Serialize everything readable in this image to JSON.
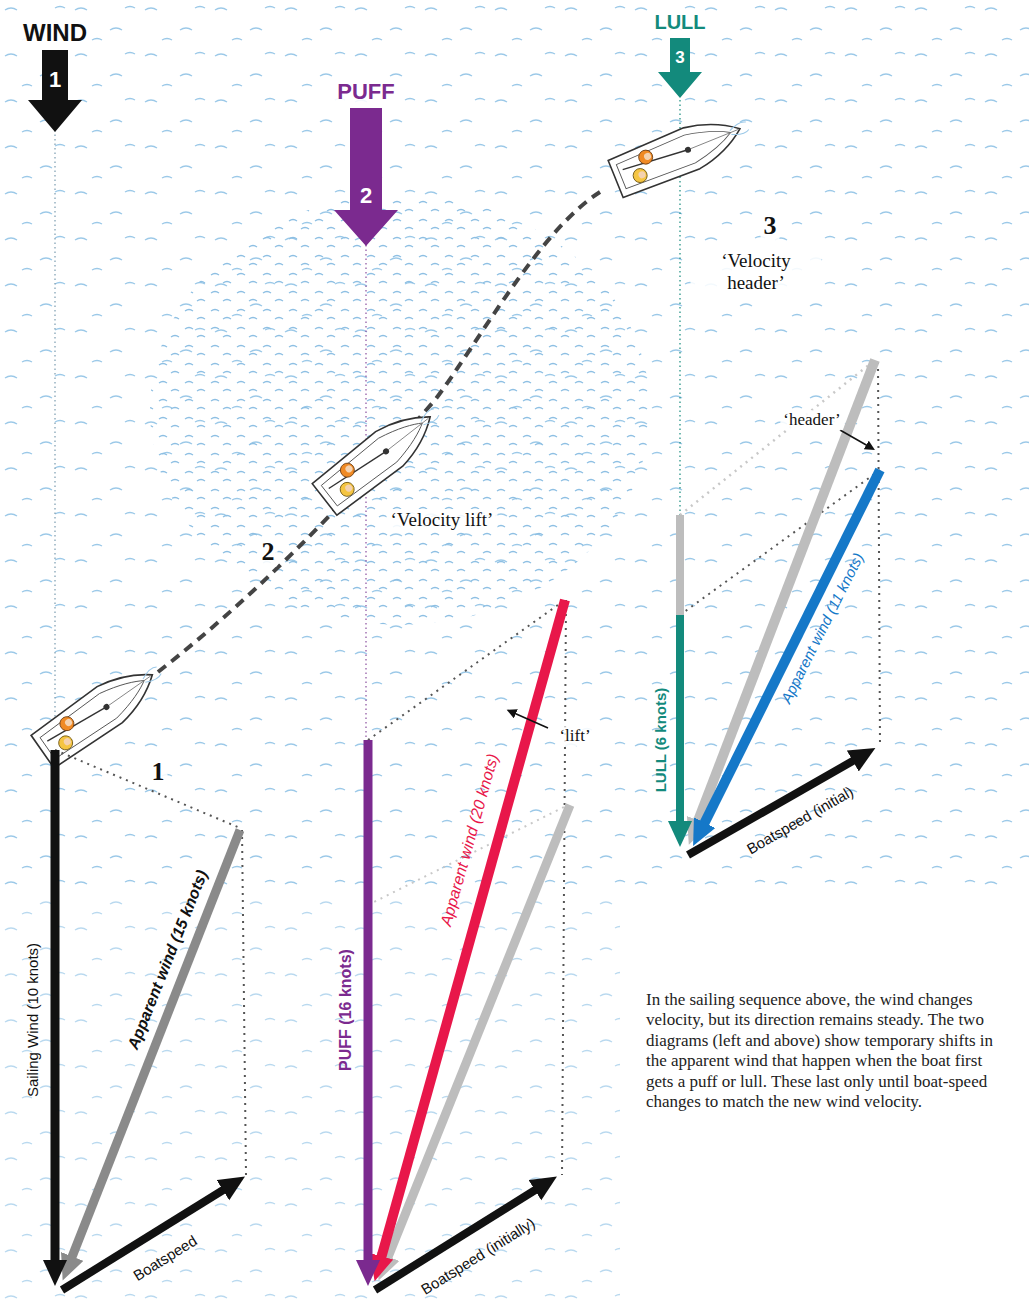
{
  "diagram": {
    "caption": "In the sailing sequence above, the wind changes velocity, but its direction remains steady. The two diagrams (left and above) show temporary shifts in the apparent wind that happen when the boat first gets a puff or lull. These last only until boat-speed changes to match the new wind velocity.",
    "labels": [
      "WIND",
      "1",
      "PUFF",
      "2",
      "LULL",
      "3",
      "1",
      "2",
      "3",
      "‘Velocity lift’",
      "‘Velocity header’",
      "Sailing Wind (10 knots)",
      "Apparent wind (15 knots)",
      "Boatspeed",
      "PUFF (16 knots)",
      "Apparent wind (20 knots)",
      "‘lift’",
      "Boatspeed (initially)",
      "LULL (6 knots)",
      "Apparent wind (11 knots)",
      "‘header’",
      "Boatspeed (initial)"
    ]
  }
}
